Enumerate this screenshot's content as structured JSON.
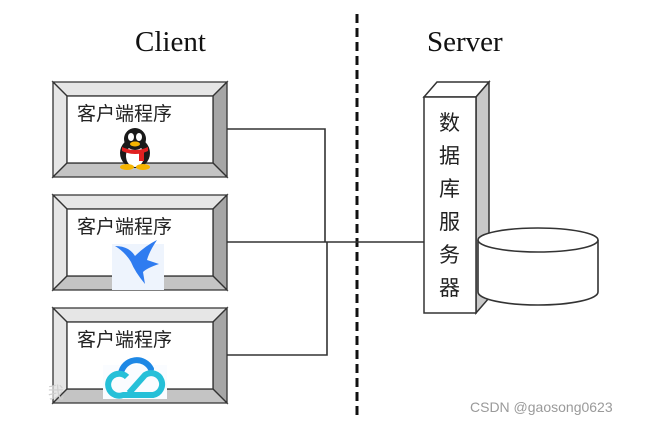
{
  "diagram": {
    "client_heading": "Client",
    "server_heading": "Server",
    "clients": [
      {
        "label": "客户端程序",
        "icon": "qq-penguin-icon"
      },
      {
        "label": "客户端程序",
        "icon": "feige-bird-icon"
      },
      {
        "label": "客户端程序",
        "icon": "tencent-cloud-icon"
      }
    ],
    "server": {
      "label_chars": [
        "数",
        "据",
        "库",
        "服",
        "务",
        "器"
      ],
      "label": "数据库服务器",
      "storage_icon": "database-cylinder-icon"
    },
    "colors": {
      "line": "#333333",
      "bevel_light": "#d9d9d9",
      "bevel_dark": "#a6a6a6",
      "penguin_scarf": "#e02020",
      "bird_blue": "#2f7cf0",
      "cloud_blue": "#1e88e5",
      "cloud_cyan": "#26c0d8"
    }
  },
  "watermark": "CSDN @gaosong0623"
}
